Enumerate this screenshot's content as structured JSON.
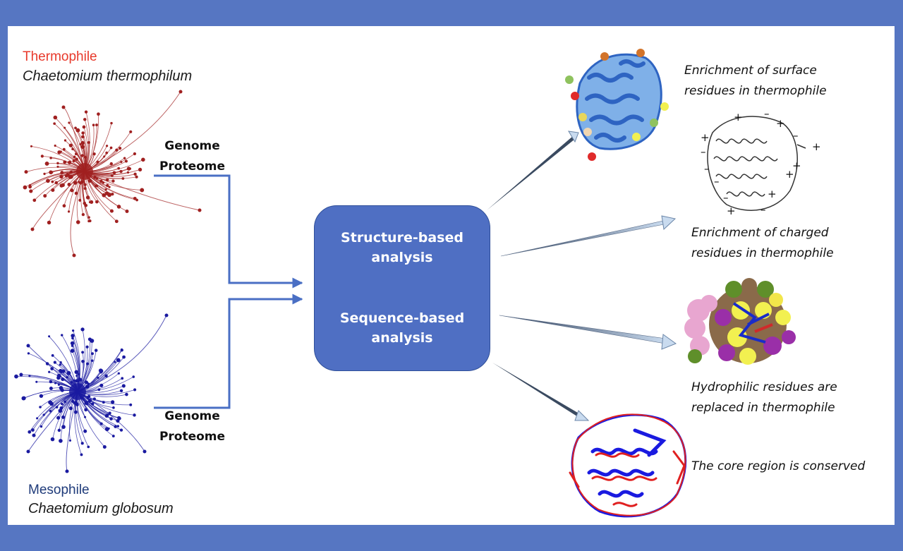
{
  "organisms": {
    "thermophile": {
      "label": "Thermophile",
      "species": "Chaetomium thermophilum",
      "color": "#e8392b",
      "network_color": "#a02020"
    },
    "mesophile": {
      "label": "Mesophile",
      "species": "Chaetomium globosum",
      "color": "#1f3b7a",
      "network_color": "#1a1aa0"
    }
  },
  "inputs": {
    "top": [
      "Genome",
      "Proteome"
    ],
    "bottom": [
      "Genome",
      "Proteome"
    ]
  },
  "analysis_box": {
    "structure": [
      "Structure-based",
      "analysis"
    ],
    "sequence": [
      "Sequence-based",
      "analysis"
    ],
    "fill": "#4f6fc3"
  },
  "findings": [
    {
      "caption": "Enrichment of surface\nresidues in thermophile",
      "image": "protein-surface-residues"
    },
    {
      "caption": "Enrichment of charged\nresidues in thermophile",
      "image": "protein-charged-residues"
    },
    {
      "caption": "Hydrophilic residues are\nreplaced in thermophile",
      "image": "protein-space-fill"
    },
    {
      "caption": "The core region is conserved",
      "image": "protein-overlay"
    }
  ],
  "colors": {
    "background": "#5676c2",
    "connector": "#4a6fc4",
    "arrow": "#b7cde6"
  }
}
